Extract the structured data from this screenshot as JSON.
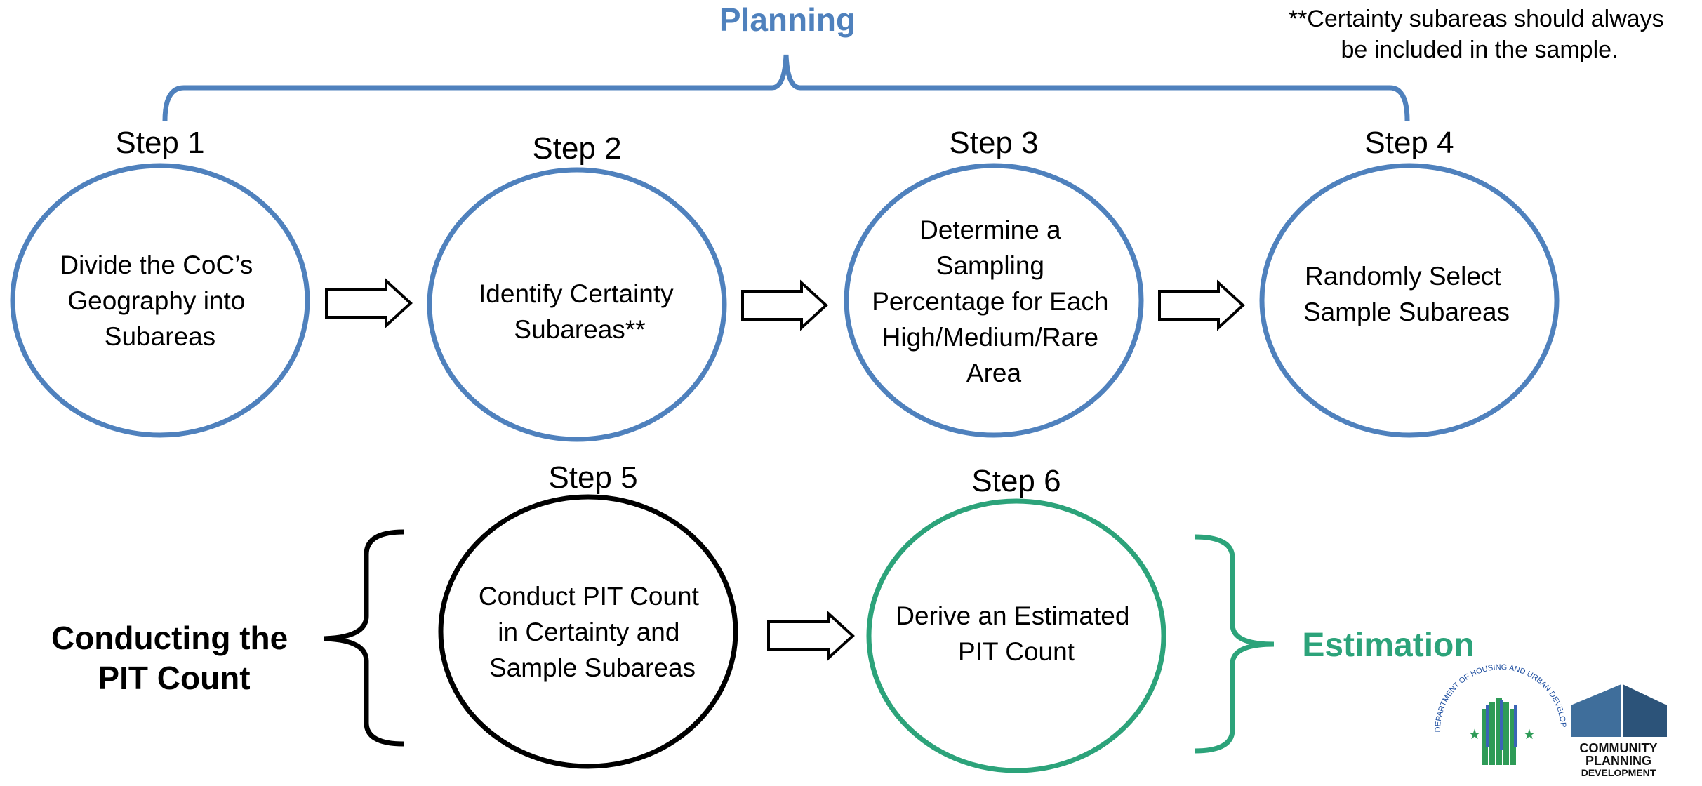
{
  "phases": {
    "planning": "Planning",
    "conducting": [
      "Conducting the",
      "PIT Count"
    ],
    "estimation": "Estimation"
  },
  "note": [
    "**Certainty subareas should always",
    "be included in the sample."
  ],
  "steps": [
    {
      "label": "Step 1",
      "text": [
        "Divide the CoC’s",
        "Geography into",
        "Subareas"
      ],
      "phase": "planning"
    },
    {
      "label": "Step 2",
      "text": [
        "Identify Certainty",
        "Subareas**"
      ],
      "phase": "planning"
    },
    {
      "label": "Step 3",
      "text": [
        "Determine a",
        "Sampling",
        "Percentage for Each",
        "High/Medium/Rare",
        "Area"
      ],
      "phase": "planning"
    },
    {
      "label": "Step 4",
      "text": [
        "Randomly Select",
        "Sample Subareas"
      ],
      "phase": "planning"
    },
    {
      "label": "Step 5",
      "text": [
        "Conduct PIT Count",
        "in Certainty and",
        "Sample Subareas"
      ],
      "phase": "conducting"
    },
    {
      "label": "Step 6",
      "text": [
        "Derive an Estimated",
        "PIT Count"
      ],
      "phase": "estimation"
    }
  ],
  "logos": {
    "hud_seal_text": "U.S. DEPARTMENT OF HOUSING AND URBAN DEVELOPMENT",
    "cpd_lines": [
      "COMMUNITY",
      "PLANNING",
      "DEVELOPMENT"
    ]
  },
  "colors": {
    "planning": "#4F81BD",
    "conducting": "#000000",
    "estimation": "#2CA37A"
  }
}
